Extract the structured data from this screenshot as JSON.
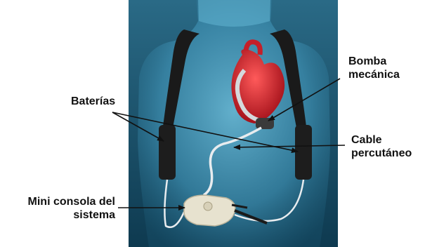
{
  "colors": {
    "background_top": "#1f5c78",
    "background_bottom": "#0f3c54",
    "body_glow": "#4fa7c9",
    "heart_red": "#d8242e",
    "strap_black": "#1a1a1a",
    "cable_white": "#e8ecef",
    "console_cream": "#e7e2cf",
    "text": "#111111",
    "arrow": "#111111"
  },
  "labels": {
    "batteries": "Baterías",
    "pump_line1": "Bomba",
    "pump_line2": "mecánica",
    "cable_line1": "Cable",
    "cable_line2": "percutáneo",
    "console_line1": "Mini consola del",
    "console_line2": "sistema"
  },
  "icons": {
    "heart": "heart-illustration",
    "pump": "pump-device",
    "console": "controller-device",
    "battery": "battery-pack"
  }
}
